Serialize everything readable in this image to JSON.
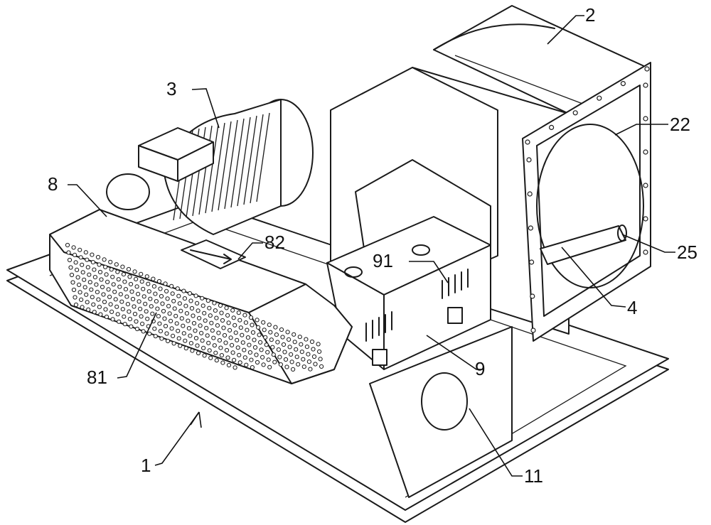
{
  "labels": {
    "l1": "1",
    "l2": "2",
    "l3": "3",
    "l4": "4",
    "l8": "8",
    "l9": "9",
    "l11": "11",
    "l22": "22",
    "l25": "25",
    "l81": "81",
    "l82": "82",
    "l91": "91"
  }
}
